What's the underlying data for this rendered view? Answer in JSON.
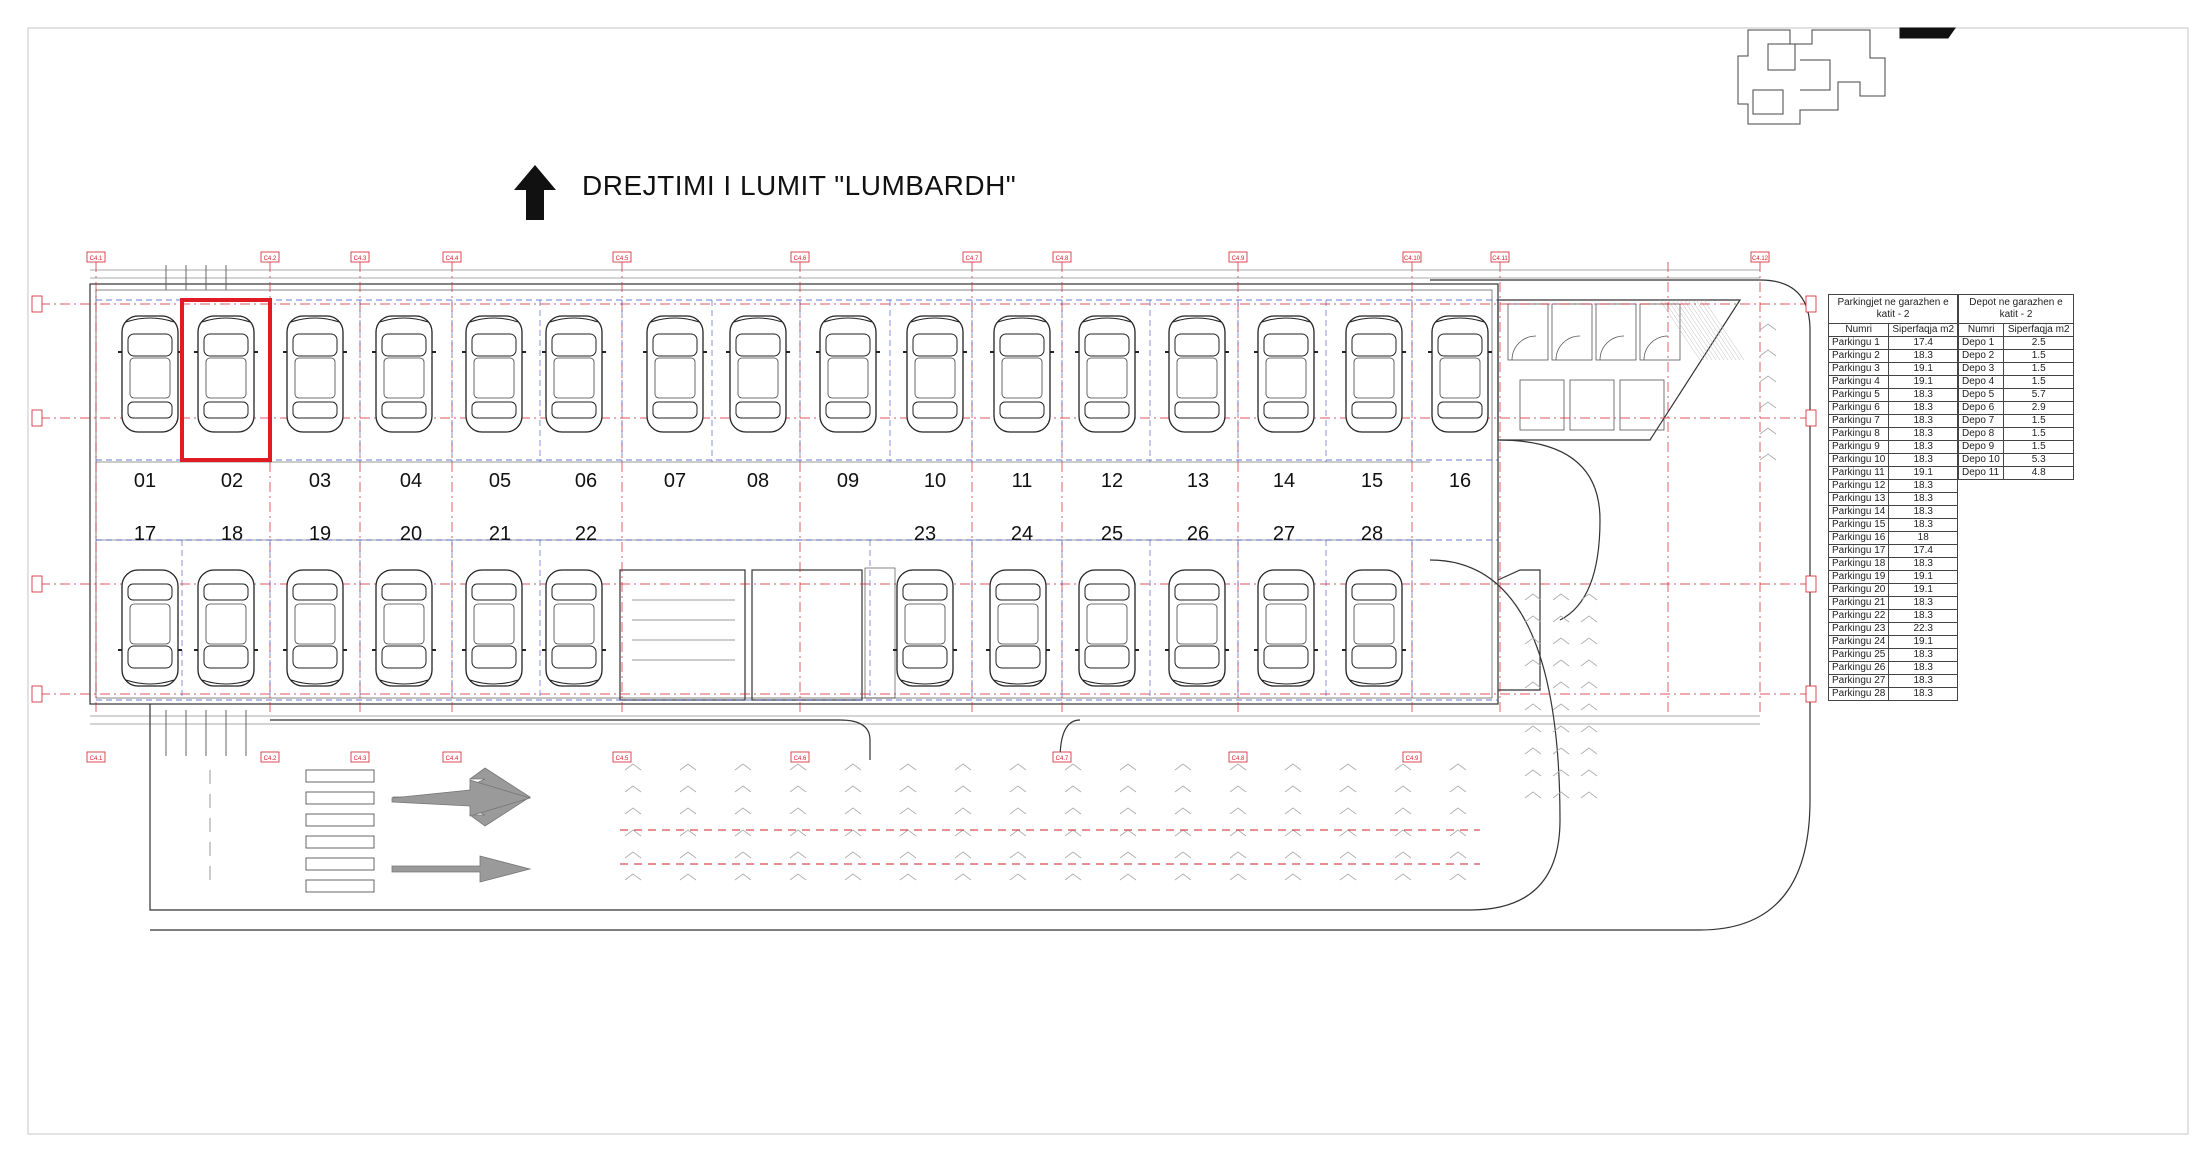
{
  "title": {
    "river_direction": "DREJTIMI  I LUMIT \"LUMBARDH\""
  },
  "colors": {
    "line": "#333333",
    "axis_red": "#d21f2a",
    "guide_blue": "#3b50c8",
    "highlight": "#e01b24",
    "arrow_fill": "#9a9a9a"
  },
  "icons": {
    "direction_arrow": "up-arrow-icon",
    "traffic_arrows": "traffic-arrow-icon"
  },
  "parking": {
    "top_row": [
      "01",
      "02",
      "03",
      "04",
      "05",
      "06",
      "07",
      "08",
      "09",
      "10",
      "11",
      "12",
      "13",
      "14",
      "15",
      "16"
    ],
    "bottom_row": [
      "17",
      "18",
      "19",
      "20",
      "21",
      "22",
      "23",
      "24",
      "25",
      "26",
      "27",
      "28"
    ],
    "highlighted": "02"
  },
  "axis_labels": {
    "top": [
      "C4.1",
      "C4.2",
      "C4.3",
      "C4.4",
      "C4.5",
      "C4.6",
      "C4.7",
      "C4.8",
      "C4.9",
      "C4.10",
      "C4.11",
      "C4.12"
    ],
    "bottom": [
      "C4.1",
      "C4.2",
      "C4.3",
      "C4.4",
      "C4.5",
      "C4.6",
      "C4.7",
      "C4.8",
      "C4.9"
    ]
  },
  "tables": {
    "parking": {
      "caption": "Parkingjet ne garazhen e katit - 2",
      "headers": [
        "Numri",
        "Siperfaqja m2"
      ],
      "rows": [
        [
          "Parkingu 1",
          "17.4"
        ],
        [
          "Parkingu 2",
          "18.3"
        ],
        [
          "Parkingu 3",
          "19.1"
        ],
        [
          "Parkingu 4",
          "19.1"
        ],
        [
          "Parkingu 5",
          "18.3"
        ],
        [
          "Parkingu 6",
          "18.3"
        ],
        [
          "Parkingu 7",
          "18.3"
        ],
        [
          "Parkingu 8",
          "18.3"
        ],
        [
          "Parkingu 9",
          "18.3"
        ],
        [
          "Parkingu 10",
          "18.3"
        ],
        [
          "Parkingu 11",
          "19.1"
        ],
        [
          "Parkingu 12",
          "18.3"
        ],
        [
          "Parkingu 13",
          "18.3"
        ],
        [
          "Parkingu 14",
          "18.3"
        ],
        [
          "Parkingu 15",
          "18.3"
        ],
        [
          "Parkingu 16",
          "18"
        ],
        [
          "Parkingu 17",
          "17.4"
        ],
        [
          "Parkingu 18",
          "18.3"
        ],
        [
          "Parkingu 19",
          "19.1"
        ],
        [
          "Parkingu 20",
          "19.1"
        ],
        [
          "Parkingu 21",
          "18.3"
        ],
        [
          "Parkingu 22",
          "18.3"
        ],
        [
          "Parkingu 23",
          "22.3"
        ],
        [
          "Parkingu 24",
          "19.1"
        ],
        [
          "Parkingu 25",
          "18.3"
        ],
        [
          "Parkingu 26",
          "18.3"
        ],
        [
          "Parkingu 27",
          "18.3"
        ],
        [
          "Parkingu 28",
          "18.3"
        ]
      ]
    },
    "depot": {
      "caption": "Depot ne garazhen e katit - 2",
      "headers": [
        "Numri",
        "Siperfaqja m2"
      ],
      "rows": [
        [
          "Depo 1",
          "2.5"
        ],
        [
          "Depo 2",
          "1.5"
        ],
        [
          "Depo 3",
          "1.5"
        ],
        [
          "Depo 4",
          "1.5"
        ],
        [
          "Depo 5",
          "5.7"
        ],
        [
          "Depo 6",
          "2.9"
        ],
        [
          "Depo 7",
          "1.5"
        ],
        [
          "Depo 8",
          "1.5"
        ],
        [
          "Depo 9",
          "1.5"
        ],
        [
          "Depo 10",
          "5.3"
        ],
        [
          "Depo 11",
          "4.8"
        ]
      ]
    }
  }
}
